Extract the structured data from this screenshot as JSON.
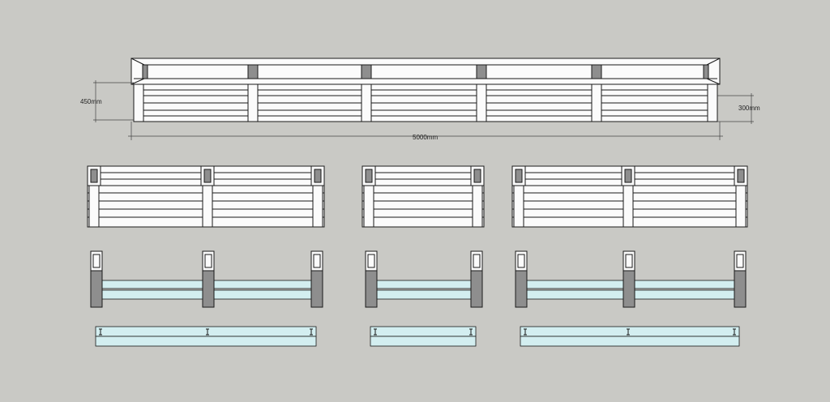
{
  "dimensions": {
    "height_left": "450mm",
    "height_right": "300mm",
    "length": "5000mm"
  },
  "colors": {
    "background": "#c9c9c5",
    "board": "#fbfbfb",
    "post": "#8e8e8e",
    "slat": "#d3eef0",
    "line": "#1a1a1a"
  }
}
